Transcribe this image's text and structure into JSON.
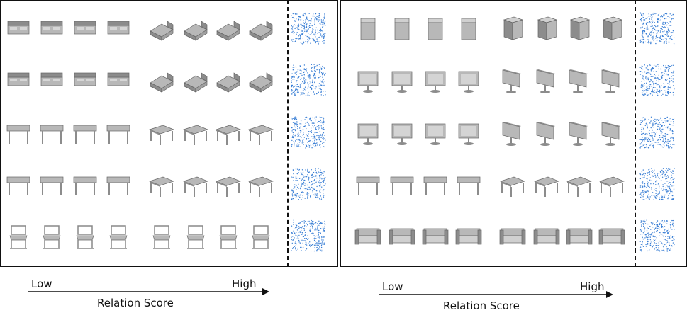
{
  "left_panel": {
    "rows": 5,
    "cols": 8,
    "object_categories": [
      "bed",
      "bed",
      "table",
      "table",
      "chair"
    ]
  },
  "right_panel": {
    "rows": 5,
    "cols": 8,
    "object_categories": [
      "cabinet",
      "monitor",
      "monitor",
      "table",
      "sofa"
    ]
  },
  "colors": {
    "mesh": "#b8b8b8",
    "mesh_dark": "#8c8c8c",
    "points": "#3a7fd5",
    "border": "#111111"
  },
  "axis_left": {
    "low": "Low",
    "high": "High",
    "title": "Relation Score"
  },
  "axis_right": {
    "low": "Low",
    "high": "High",
    "title": "Relation Score"
  }
}
